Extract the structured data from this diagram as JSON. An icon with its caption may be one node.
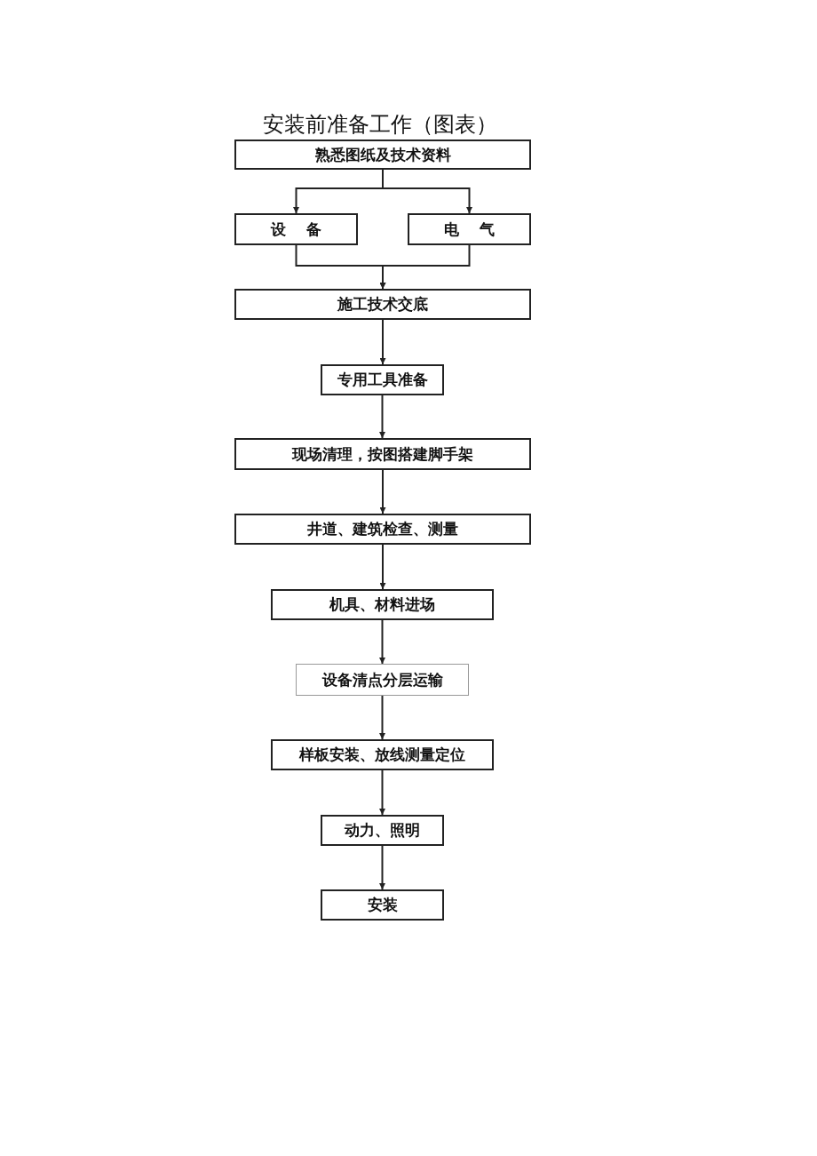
{
  "diagram": {
    "title": "安装前准备工作（图表）",
    "nodes": [
      {
        "text": [
          "熟悉图纸及技术资料"
        ]
      },
      {
        "text": [
          "设 备"
        ]
      },
      {
        "text": [
          "电 气"
        ]
      },
      {
        "text": [
          "施工技术交底"
        ]
      },
      {
        "text": [
          "专用工具准备"
        ]
      },
      {
        "text": [
          "现场清理，按图搭建脚手架"
        ]
      },
      {
        "text": [
          "井道、建筑检查、测量"
        ]
      },
      {
        "text": [
          "机具、材料进场"
        ]
      },
      {
        "text": [
          "设备清点分层运输"
        ]
      },
      {
        "text": [
          "样板安装、放线测量定位"
        ]
      },
      {
        "text": [
          "动力、照明"
        ]
      },
      {
        "text": [
          "安装"
        ]
      }
    ],
    "edges": [
      {
        "from": 0,
        "to": 1,
        "arrow": "to"
      },
      {
        "from": 0,
        "to": 2,
        "arrow": "to"
      },
      {
        "from": 1,
        "to": 3,
        "arrow": "to"
      },
      {
        "from": 2,
        "to": 3,
        "arrow": "to"
      },
      {
        "from": 3,
        "to": 4,
        "arrow": "to"
      },
      {
        "from": 4,
        "to": 5,
        "arrow": "to"
      },
      {
        "from": 5,
        "to": 6,
        "arrow": "to"
      },
      {
        "from": 6,
        "to": 7,
        "arrow": "to"
      },
      {
        "from": 7,
        "to": 8,
        "arrow": "to"
      },
      {
        "from": 8,
        "to": 9,
        "arrow": "to"
      },
      {
        "from": 9,
        "to": 10,
        "arrow": "to"
      },
      {
        "from": 10,
        "to": 11,
        "arrow": "to"
      }
    ]
  }
}
